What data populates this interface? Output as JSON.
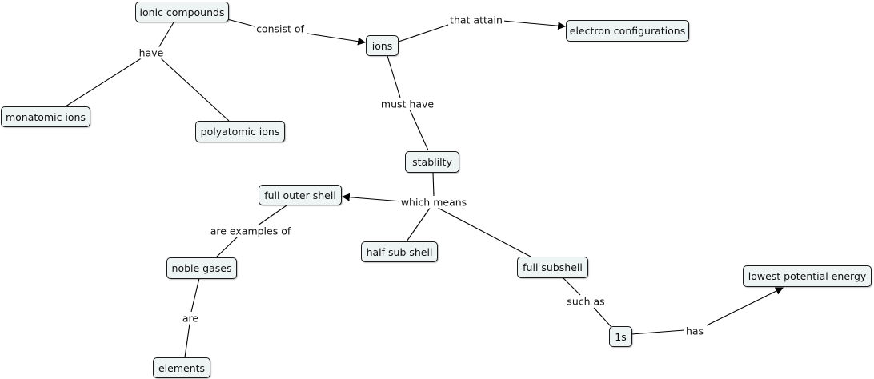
{
  "nodes": {
    "ionic_compounds": "ionic compounds",
    "ions": "ions",
    "electron_configurations": "electron configurations",
    "monatomic_ions": "monatomic ions",
    "polyatomic_ions": "polyatomic ions",
    "stability": "stablilty",
    "full_outer_shell": "full outer shell",
    "half_sub_shell": "half sub shell",
    "full_subshell": "full subshell",
    "noble_gases": "noble gases",
    "elements": "elements",
    "one_s": "1s",
    "lowest_potential_energy": "lowest potential energy"
  },
  "links": {
    "consist_of": "consist of",
    "that_attain": "that attain",
    "have": "have",
    "must_have": "must have",
    "which_means": "which means",
    "are_examples_of": "are examples of",
    "are": "are",
    "such_as": "such as",
    "has": "has"
  },
  "colors": {
    "node_fill": "#eef3f4",
    "node_border": "#1a1a1a",
    "line": "#000000"
  }
}
